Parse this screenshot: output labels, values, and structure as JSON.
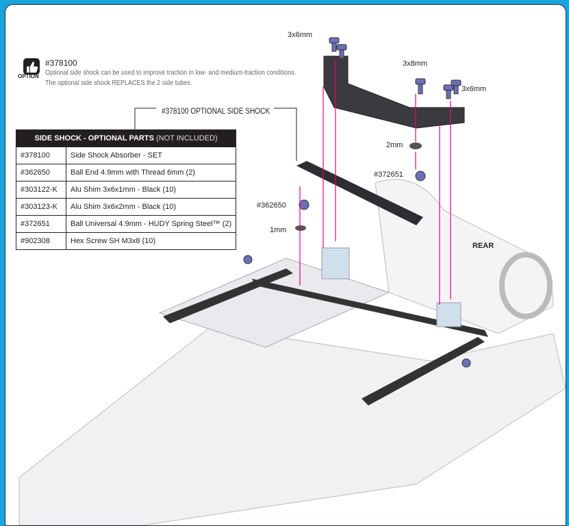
{
  "option": {
    "badge": "OPTION",
    "part_number": "#378100",
    "description_line1": "Optional side shock can be used to improve traction in low- and medium-traction conditions.",
    "description_line2": "The optional side shock REPLACES the 2 side tubes."
  },
  "callout": "#378100  OPTIONAL SIDE SHOCK",
  "parts_table": {
    "title": "SIDE SHOCK - OPTIONAL PARTS",
    "title_note": "(NOT INCLUDED)",
    "rows": [
      {
        "code": "#378100",
        "name": "Side Shock Absorber - SET"
      },
      {
        "code": "#362650",
        "name": "Ball End 4.9mm with Thread 6mm (2)"
      },
      {
        "code": "#303122-K",
        "name": "Alu Shim 3x6x1mm - Black (10)"
      },
      {
        "code": "#303123-K",
        "name": "Alu Shim 3x6x2mm - Black (10)"
      },
      {
        "code": "#372651",
        "name": "Ball Universal 4.9mm - HUDY Spring Steel™ (2)"
      },
      {
        "code": "#902308",
        "name": "Hex Screw SH M3x8 (10)"
      }
    ]
  },
  "diagram_labels": {
    "screw_left": "3x6mm",
    "screw_mid": "3x8mm",
    "screw_right": "3x6mm",
    "shim_2mm": "2mm",
    "ball_universal": "#372651",
    "ball_end": "#362650",
    "shim_1mm": "1mm",
    "rear": "REAR"
  },
  "colors": {
    "frame": "#1aa3dc",
    "arrow": "#e6007e",
    "screw": "#6b6fb5"
  }
}
